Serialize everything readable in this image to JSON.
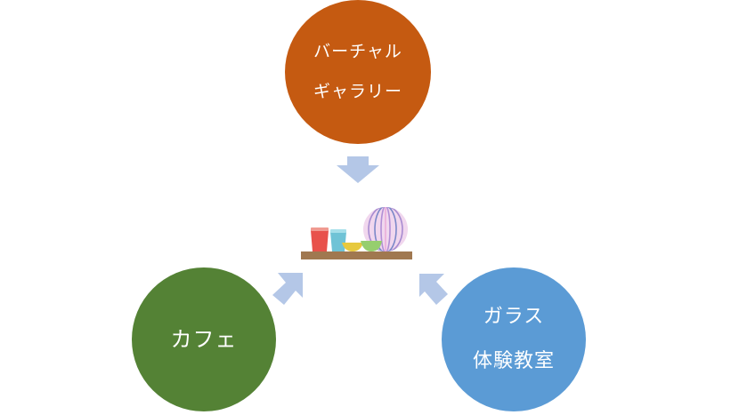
{
  "nodes": {
    "top": {
      "lines": [
        "バーチャル",
        "ギャラリー"
      ],
      "color": "#C55A11"
    },
    "left": {
      "lines": [
        "カフェ"
      ],
      "color": "#548235"
    },
    "right": {
      "lines": [
        "ガラス",
        "体験教室"
      ],
      "color": "#5B9BD5"
    }
  },
  "arrows": {
    "color": "#B4C7E7"
  },
  "center_illustration": {
    "icon": "glassware-shelf-icon",
    "shelf_color": "#A07850"
  }
}
